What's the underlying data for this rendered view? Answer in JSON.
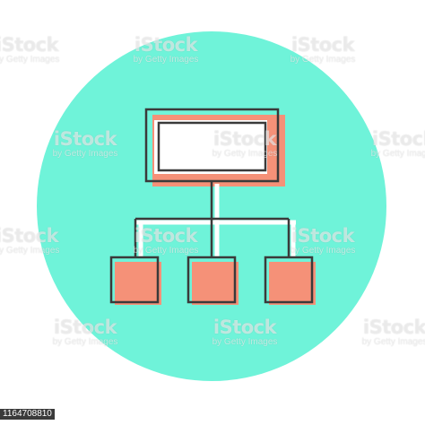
{
  "colors": {
    "background": "#ffffff",
    "circle": "#6ff3d9",
    "box_fill": "#f59178",
    "box_inner": "#ffffff",
    "outline": "#3a3a3a",
    "connector_shadow": "#ffffff"
  },
  "icon": {
    "name": "hierarchy-diagram-icon"
  },
  "watermark": {
    "brand": "iStock",
    "credit": "by Getty Images"
  },
  "footer": {
    "stock_id": "1164708810"
  }
}
